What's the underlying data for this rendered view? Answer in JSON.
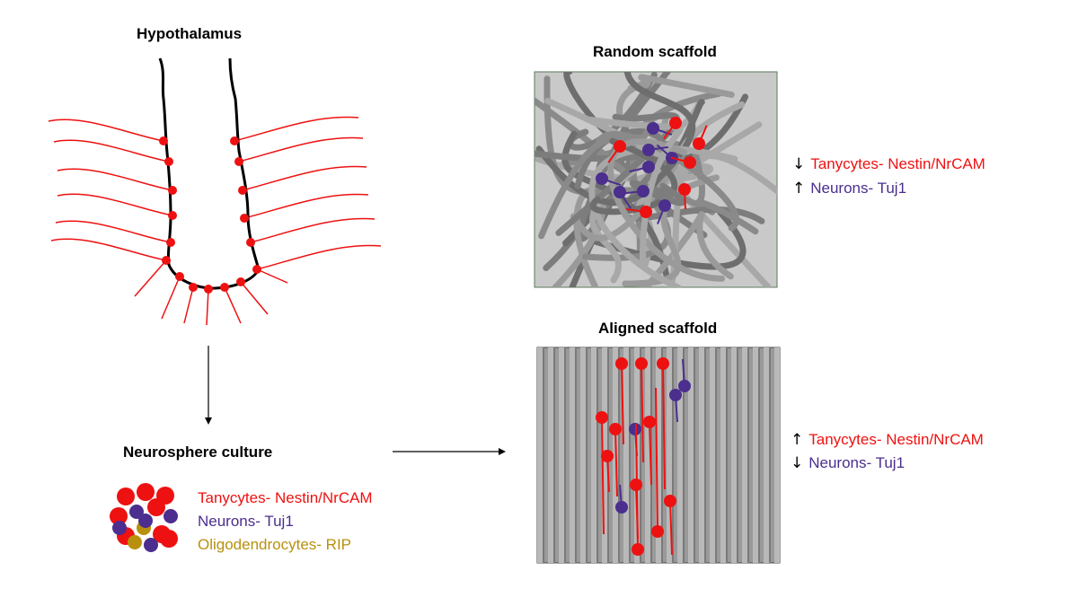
{
  "titles": {
    "hypothalamus": "Hypothalamus",
    "random": "Random scaffold",
    "aligned": "Aligned scaffold",
    "neurosphere": "Neurosphere culture"
  },
  "legend": {
    "tanycytes": "Tanycytes- Nestin/NrCAM",
    "neurons": "Neurons- Tuj1",
    "oligodendrocytes": "Oligodendrocytes- RIP"
  },
  "random_effects": {
    "tanycyte_arrow": "↓",
    "tanycyte_text": "Tanycytes- Nestin/NrCAM",
    "neuron_arrow": "↑",
    "neuron_text": "Neurons- Tuj1"
  },
  "aligned_effects": {
    "tanycyte_arrow": "↑",
    "tanycyte_text": "Tanycytes- Nestin/NrCAM",
    "neuron_arrow": "↓",
    "neuron_text": "Neurons- Tuj1"
  },
  "colors": {
    "tanycyte": "#ee1111",
    "neuron": "#4b2e8e",
    "oligodendrocyte": "#b8900e",
    "ventricle": "#000000",
    "scaffold_fiber": "#8c8c8c"
  }
}
